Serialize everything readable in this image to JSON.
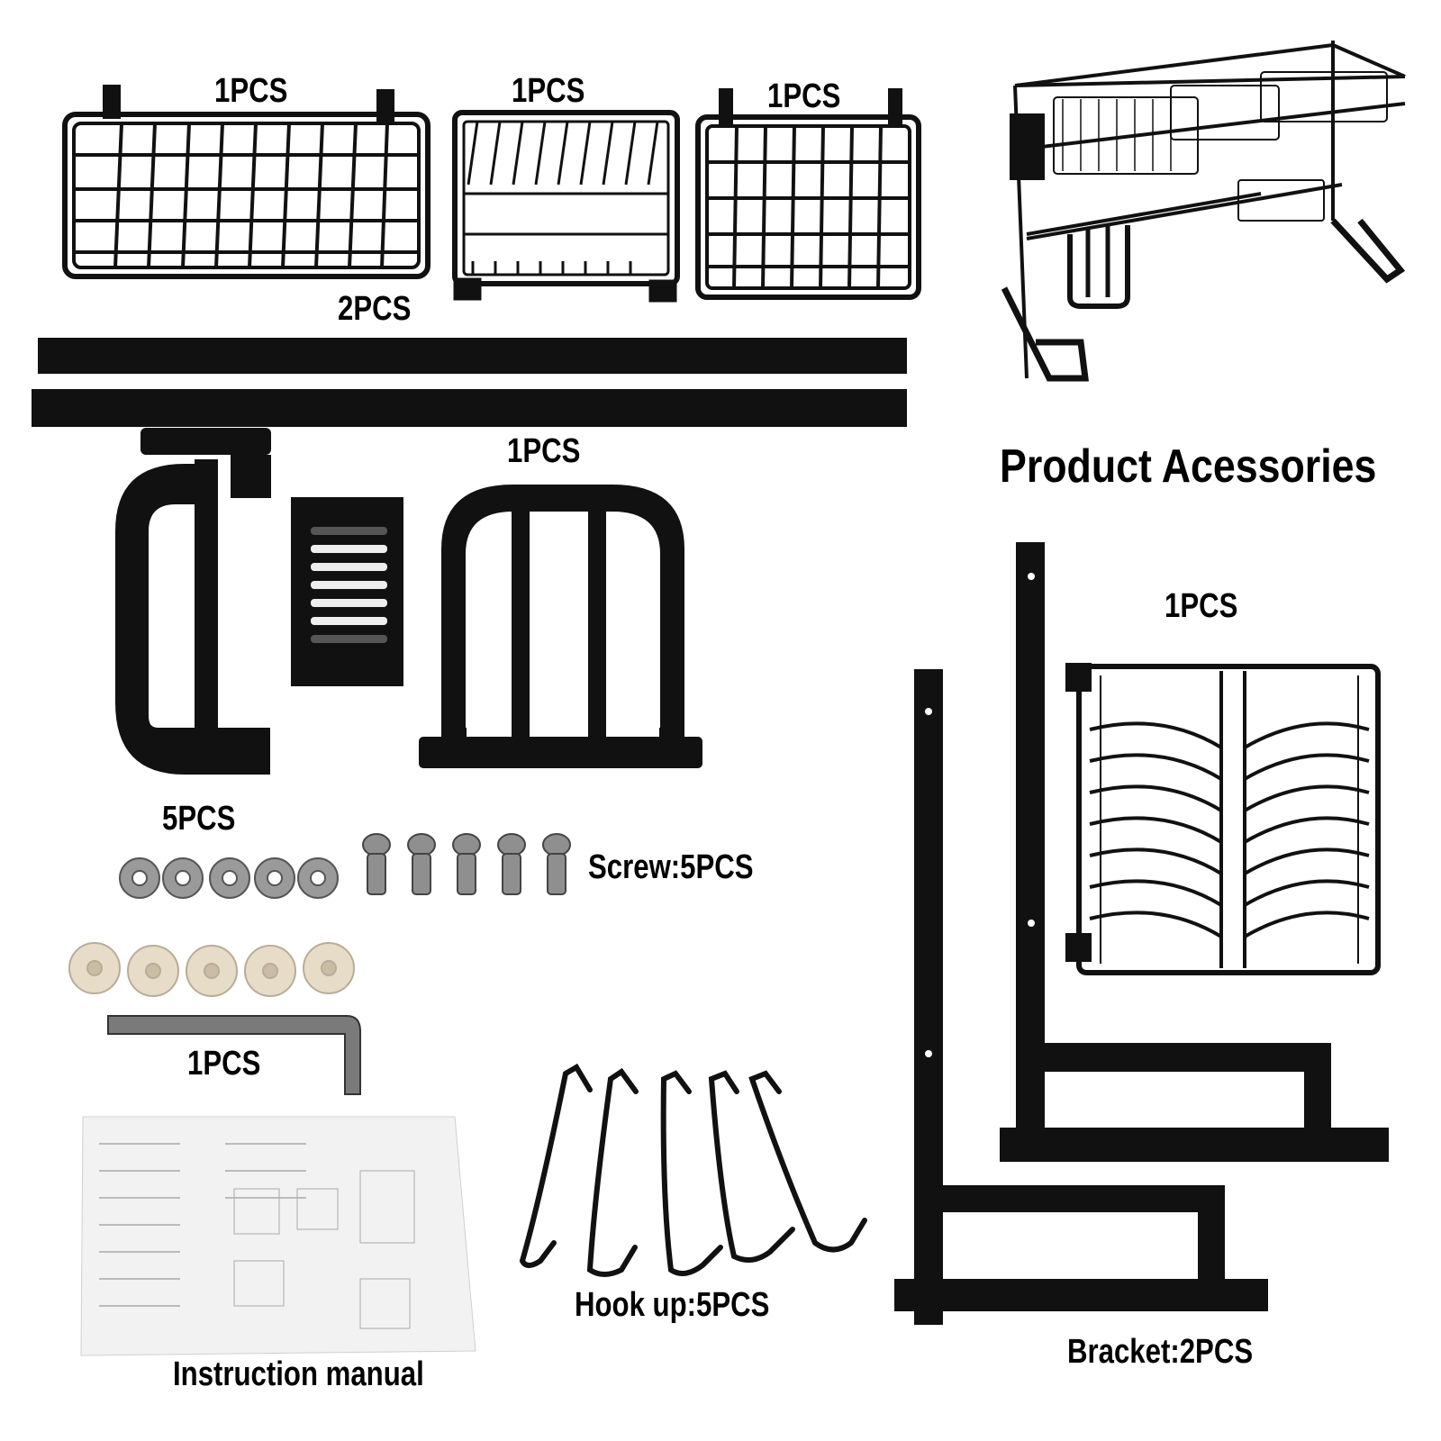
{
  "title": "Product Acessories",
  "labels": {
    "basket_large": "1PCS",
    "dish_rack_small": "1PCS",
    "basket_small": "1PCS",
    "long_bars": "2PCS",
    "plate_holder": "1PCS",
    "plate_rack": "1PCS",
    "washers": "5PCS",
    "screws": "Screw:5PCS",
    "hex_key": "1PCS",
    "manual": "Instruction manual",
    "hooks": "Hook up:5PCS",
    "brackets": "Bracket:2PCS"
  },
  "colors": {
    "metal": "#111111",
    "background": "#ffffff",
    "steel": "#9a9a9a",
    "suction_cup": "#e6dcc8",
    "paper": "#f2f2f2"
  }
}
